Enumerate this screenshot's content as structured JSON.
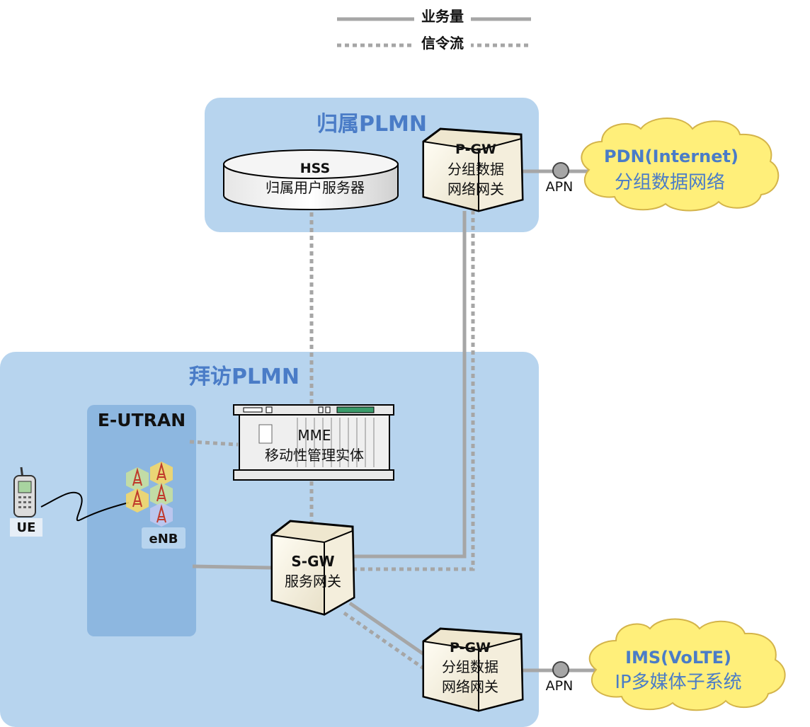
{
  "legend": {
    "traffic": "业务量",
    "signaling": "信令流"
  },
  "regions": {
    "home": "归属PLMN",
    "visited": "拜访PLMN",
    "eutran": "E-UTRAN"
  },
  "nodes": {
    "hss": {
      "name": "HSS",
      "desc": "归属用户服务器"
    },
    "pgw_home": {
      "name": "P-GW",
      "desc1": "分组数据",
      "desc2": "网络网关"
    },
    "mme": {
      "name": "MME",
      "desc": "移动性管理实体"
    },
    "sgw": {
      "name": "S-GW",
      "desc": "服务网关"
    },
    "pgw_visited": {
      "name": "P-GW",
      "desc1": "分组数据",
      "desc2": "网络网关"
    },
    "ue": "UE",
    "enb": "eNB"
  },
  "networks": {
    "pdn": {
      "title": "PDN(Internet)",
      "desc": "分组数据网络",
      "apn": "APN"
    },
    "ims": {
      "title": "IMS(VoLTE)",
      "desc": "IP多媒体子系统",
      "apn": "APN"
    }
  },
  "colors": {
    "region_bg": "#b7d4ee",
    "eutran_bg": "#8db7e0",
    "title_blue": "#4a7cc7",
    "cloud": "#ffef7a",
    "line_gray": "#a6a6a6"
  }
}
